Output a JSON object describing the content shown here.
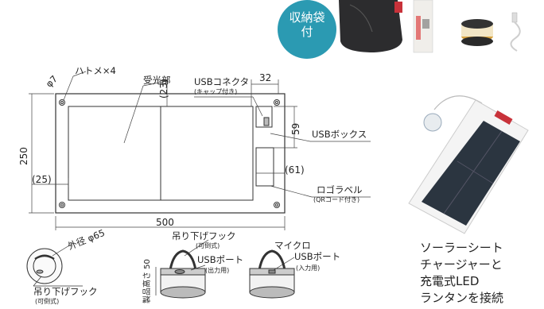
{
  "badge": {
    "line1": "収納袋",
    "line2": "付"
  },
  "diagram": {
    "eyelets_label": "ハトメ×4",
    "eyelet_dia": "φ7",
    "receiver_label": "受光部",
    "usb_connector_label": "USBコネクタ",
    "usb_connector_note": "(キャップ付き)",
    "usb_box_label": "USBボックス",
    "logo_label_label": "ロゴラベル",
    "logo_label_note": "(QRコード付き)",
    "dim_top_margin": "(23)",
    "dim_connector_width": "32",
    "dim_connector_height": "59",
    "dim_height": "250",
    "dim_left_margin": "(25)",
    "dim_right_section": "(61)",
    "dim_width": "500"
  },
  "lantern": {
    "outer_diameter": "外径 φ65",
    "hook_label": "吊り下げフック",
    "hook_note": "(可倒式)",
    "side_hook_label": "吊り下げフック",
    "side_hook_note": "(可倒式)",
    "usb_port_label": "USBポート",
    "usb_port_note": "(出力用)",
    "product_height": "製品高さ 50",
    "micro_label": "マイクロ",
    "micro_usb_label": "USBポート",
    "micro_usb_note": "(入力用)"
  },
  "caption": {
    "line1": "ソーラーシート",
    "line2": "チャージャーと",
    "line3": "充電式LED",
    "line4": "ランタンを接続"
  }
}
